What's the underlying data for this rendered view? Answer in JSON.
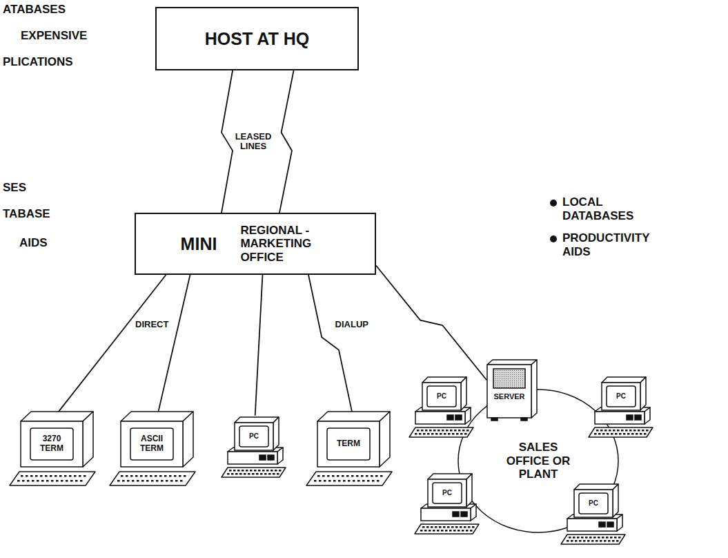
{
  "diagram": {
    "nodes": [
      {
        "text": [
          "HOST AT HQ"
        ]
      },
      {
        "text": [
          "MINI",
          "REGIONAL - MARKETING OFFICE"
        ]
      },
      {
        "text": [
          "3270 TERM"
        ]
      },
      {
        "text": [
          "ASCII TERM"
        ]
      },
      {
        "text": [
          "PC"
        ]
      },
      {
        "text": [
          "TERM"
        ]
      },
      {
        "text": [
          "SALES OFFICE OR PLANT"
        ]
      },
      {
        "text": [
          "SERVER"
        ]
      },
      {
        "text": [
          "PC"
        ]
      },
      {
        "text": [
          "PC"
        ]
      },
      {
        "text": [
          "PC"
        ]
      },
      {
        "text": [
          "PC"
        ]
      }
    ],
    "edges": [
      {
        "from": 0,
        "to": 1,
        "arrow": "none",
        "label": "LEASED LINES"
      },
      {
        "from": 0,
        "to": 1,
        "arrow": "none"
      },
      {
        "from": 1,
        "to": 2,
        "arrow": "none",
        "label": "DIRECT"
      },
      {
        "from": 1,
        "to": 3,
        "arrow": "none"
      },
      {
        "from": 1,
        "to": 4,
        "arrow": "none"
      },
      {
        "from": 1,
        "to": 5,
        "arrow": "none",
        "label": "DIALUP"
      },
      {
        "from": 1,
        "to": 7,
        "arrow": "none"
      }
    ],
    "labels": [
      "ATABASES",
      "EXPENSIVE",
      "PLICATIONS",
      "SES",
      "TABASE",
      "AIDS",
      "LOCAL DATABASES",
      "PRODUCTIVITY AIDS"
    ]
  }
}
